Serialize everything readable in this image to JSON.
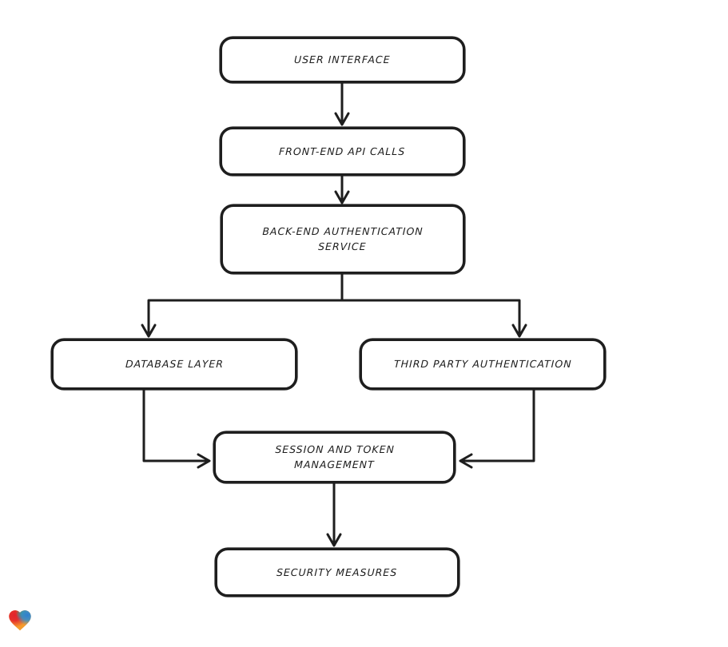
{
  "page": {
    "background_color": "#ffffff"
  },
  "diagram": {
    "style": {
      "stroke_color": "#1e1e1e",
      "node_fill_color": "#ffffff"
    },
    "nodes": [
      {
        "id": "user-interface",
        "label": "USER INTERFACE"
      },
      {
        "id": "front-end-api-calls",
        "label": "FRONT-END API CALLS"
      },
      {
        "id": "back-end-authentication-service",
        "label": "BACK-END AUTHENTICATION\nSERVICE"
      },
      {
        "id": "database-layer",
        "label": "DATABASE LAYER"
      },
      {
        "id": "third-party-authentication",
        "label": "THIRD PARTY AUTHENTICATION"
      },
      {
        "id": "session-and-token-management",
        "label": "SESSION AND TOKEN\nMANAGEMENT"
      },
      {
        "id": "security-measures",
        "label": "SECURITY MEASURES"
      }
    ],
    "edges": [
      {
        "from": "user-interface",
        "to": "front-end-api-calls"
      },
      {
        "from": "front-end-api-calls",
        "to": "back-end-authentication-service"
      },
      {
        "from": "back-end-authentication-service",
        "to": "database-layer"
      },
      {
        "from": "back-end-authentication-service",
        "to": "third-party-authentication"
      },
      {
        "from": "database-layer",
        "to": "session-and-token-management"
      },
      {
        "from": "third-party-authentication",
        "to": "session-and-token-management"
      },
      {
        "from": "session-and-token-management",
        "to": "security-measures"
      }
    ]
  },
  "branding": {
    "logo": "heart-gradient-icon",
    "logo_colors": {
      "red": "#e3242b",
      "green": "#3fae5a",
      "blue": "#2e7fd1",
      "orange": "#f59b2c"
    }
  }
}
